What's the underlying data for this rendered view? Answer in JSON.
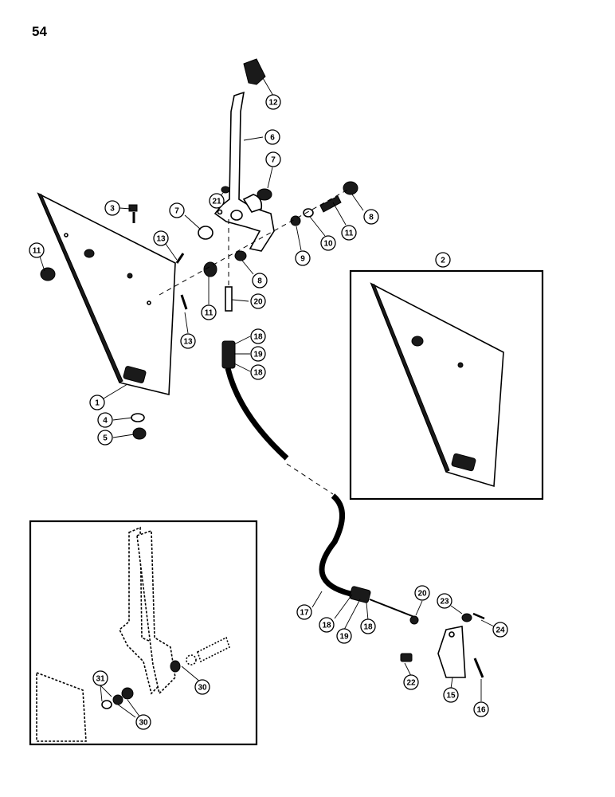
{
  "page": {
    "number": "54"
  },
  "callouts": [
    {
      "label": "12"
    },
    {
      "label": "6"
    },
    {
      "label": "7"
    },
    {
      "label": "21"
    },
    {
      "label": "7"
    },
    {
      "label": "3"
    },
    {
      "label": "13"
    },
    {
      "label": "11"
    },
    {
      "label": "11"
    },
    {
      "label": "8"
    },
    {
      "label": "9"
    },
    {
      "label": "10"
    },
    {
      "label": "11"
    },
    {
      "label": "8"
    },
    {
      "label": "2"
    },
    {
      "label": "20"
    },
    {
      "label": "13"
    },
    {
      "label": "18"
    },
    {
      "label": "19"
    },
    {
      "label": "18"
    },
    {
      "label": "1"
    },
    {
      "label": "4"
    },
    {
      "label": "5"
    },
    {
      "label": "17"
    },
    {
      "label": "18"
    },
    {
      "label": "19"
    },
    {
      "label": "18"
    },
    {
      "label": "20"
    },
    {
      "label": "23"
    },
    {
      "label": "24"
    },
    {
      "label": "22"
    },
    {
      "label": "15"
    },
    {
      "label": "16"
    },
    {
      "label": "31"
    },
    {
      "label": "30"
    },
    {
      "label": "30"
    }
  ]
}
